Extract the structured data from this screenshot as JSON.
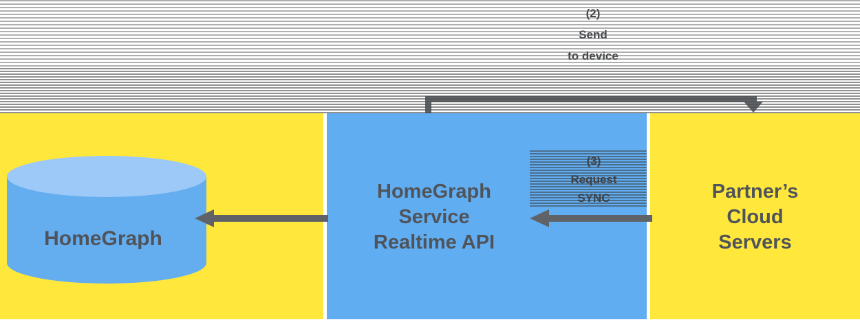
{
  "diagram": {
    "type": "flow-diagram",
    "colors": {
      "panel_yellow": "#FFE83B",
      "panel_blue": "#61ADF1",
      "cylinder_body": "#64AEF0",
      "cylinder_top": "#9CC9F8",
      "arrow_gray": "#5F6368",
      "text_dark": "#50545A",
      "label_dark": "#3F4347"
    },
    "top_flow_label": {
      "lines": [
        "(2)",
        "Send",
        "to device"
      ]
    },
    "request_sync_label": {
      "lines": [
        "(3)",
        "Request",
        "SYNC"
      ]
    },
    "homegraph_db": {
      "label": "HomeGraph"
    },
    "service_box": {
      "lines": [
        "HomeGraph",
        "Service",
        "Realtime API"
      ]
    },
    "partner_box": {
      "lines": [
        "Partner’s",
        "Cloud",
        "Servers"
      ]
    }
  }
}
